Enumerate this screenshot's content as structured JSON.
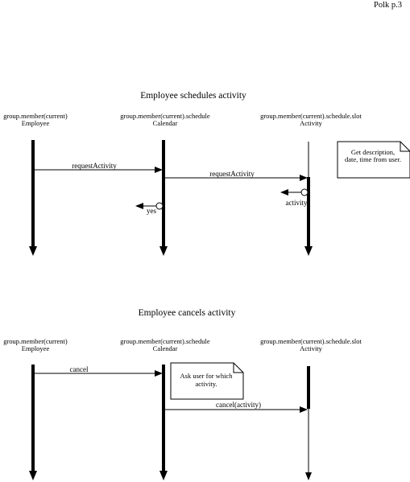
{
  "page_label": "Polk p.3",
  "diagrams": [
    {
      "title": "Employee schedules activity",
      "objects": [
        {
          "line1": "group.member(current)",
          "line2": "Employee"
        },
        {
          "line1": "group.member(current).schedule",
          "line2": "Calendar"
        },
        {
          "line1": "group.member(current).schedule.slot",
          "line2": "Activity"
        }
      ],
      "messages": [
        "requestActivity",
        "requestActivity"
      ],
      "returns": [
        "activity",
        "yes"
      ],
      "note_lines": [
        "Get description,",
        "date, time from user."
      ]
    },
    {
      "title": "Employee cancels activity",
      "objects": [
        {
          "line1": "group.member(current)",
          "line2": "Employee"
        },
        {
          "line1": "group.member(current).schedule",
          "line2": "Calendar"
        },
        {
          "line1": "group.member(current).schedule.slot",
          "line2": "Activity"
        }
      ],
      "messages": [
        "cancel",
        "cancel(activity)"
      ],
      "note_lines": [
        "Ask user for which",
        "activity."
      ]
    }
  ]
}
